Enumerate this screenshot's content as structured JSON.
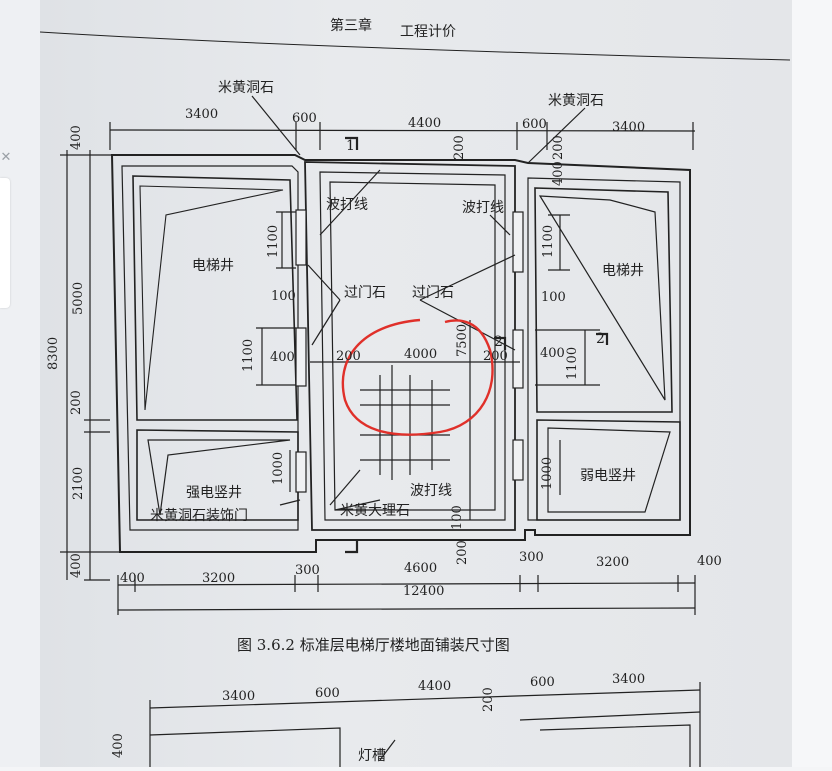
{
  "header": {
    "chapter": "第三章",
    "title": "工程计价"
  },
  "caption": "图 3.6.2   标准层电梯厅楼地面铺装尺寸图",
  "labels": {
    "stone_left": "米黄洞石",
    "stone_right": "米黄洞石",
    "wave_line_1": "波打线",
    "wave_line_2": "波打线",
    "wave_line_3": "波打线",
    "door_stone_1": "过门石",
    "door_stone_2": "过门石",
    "shaft_left": "电梯井",
    "shaft_right": "电梯井",
    "strong_elec": "强电竖井",
    "weak_elec": "弱电竖井",
    "deco_door": "米黄洞石装饰门",
    "marble": "米黄大理石",
    "section_1": "1",
    "section_2": "2",
    "lamp_groove": "灯槽"
  },
  "dims": {
    "top": {
      "d3400_l": "3400",
      "d600_l": "600",
      "d4400": "4400",
      "d600_r": "600",
      "d3400_r": "3400",
      "d200": "200"
    },
    "left": {
      "d8300": "8300",
      "d400_t": "400",
      "d5000": "5000",
      "d200": "200",
      "d2100": "2100",
      "d400_b": "400"
    },
    "inner": {
      "d1100_a": "1100",
      "d100_a": "100",
      "d1100_b": "1100",
      "d400_a": "400",
      "d200_a": "200",
      "d4000": "4000",
      "d7500": "7500",
      "d200_b": "200",
      "d400_c": "400",
      "d1100_c": "1100",
      "d100_b": "100",
      "d1100_d": "1100",
      "d400_d": "400",
      "d1000_a": "1000",
      "d1000_b": "1000",
      "d200_v": "200",
      "d100_v": "100",
      "d200_v2": "200"
    },
    "bottom": {
      "d400_l": "400",
      "d3200_l": "3200",
      "d300_l": "300",
      "d4600": "4600",
      "d300_r": "300",
      "d3200_r": "3200",
      "d400_r": "400",
      "d12400": "12400"
    },
    "next": {
      "d3400": "3400",
      "d600_l": "600",
      "d4400": "4400",
      "d600_r": "600",
      "d3400_r": "3400",
      "d200": "200",
      "d400": "400"
    }
  },
  "colors": {
    "ink": "#222222",
    "annotation": "#e0302a"
  }
}
